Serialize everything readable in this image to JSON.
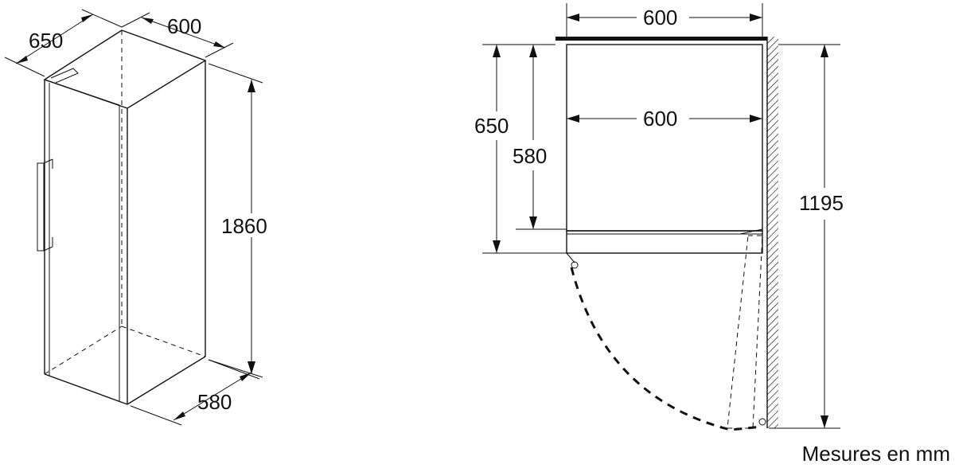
{
  "isometric": {
    "depth_label": "650",
    "width_label": "600",
    "height_label": "1860",
    "bottom_depth_label": "580"
  },
  "plan": {
    "top_width_label": "600",
    "inner_width_label": "600",
    "outer_depth_label": "650",
    "inner_depth_label": "580",
    "door_clearance_label": "1195"
  },
  "units_label": "Mesures en mm"
}
